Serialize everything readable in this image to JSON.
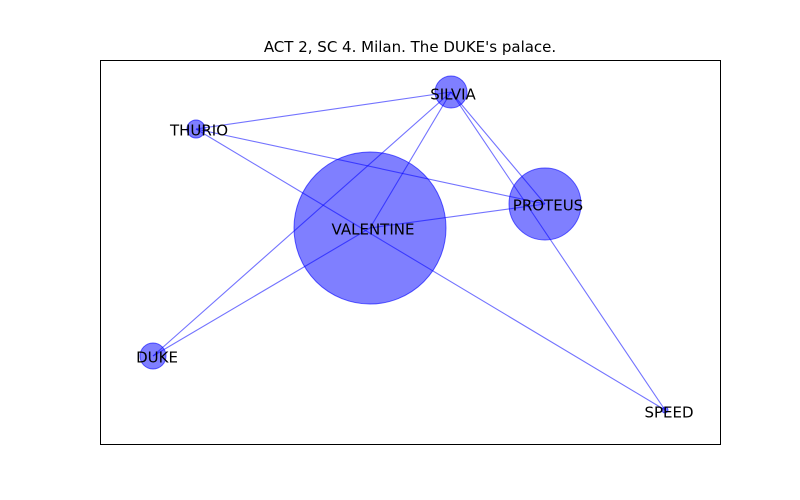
{
  "title": "ACT 2, SC 4. Milan. The DUKE's palace.",
  "colors": {
    "node": "#0000ff",
    "edge": "#0000ff",
    "frame": "#000000"
  },
  "nodes": [
    {
      "id": "VALENTINE",
      "label": "VALENTINE",
      "weight": 1.0
    },
    {
      "id": "PROTEUS",
      "label": "PROTEUS",
      "weight": 0.24
    },
    {
      "id": "SILVIA",
      "label": "SILVIA",
      "weight": 0.045
    },
    {
      "id": "DUKE",
      "label": "DUKE",
      "weight": 0.03
    },
    {
      "id": "THURIO",
      "label": "THURIO",
      "weight": 0.014
    },
    {
      "id": "SPEED",
      "label": "SPEED",
      "weight": 0.002
    }
  ],
  "edges": [
    [
      "THURIO",
      "SILVIA"
    ],
    [
      "THURIO",
      "PROTEUS"
    ],
    [
      "THURIO",
      "SPEED"
    ],
    [
      "SILVIA",
      "VALENTINE"
    ],
    [
      "SILVIA",
      "PROTEUS"
    ],
    [
      "SILVIA",
      "DUKE"
    ],
    [
      "SILVIA",
      "SPEED"
    ],
    [
      "VALENTINE",
      "PROTEUS"
    ],
    [
      "VALENTINE",
      "DUKE"
    ]
  ]
}
